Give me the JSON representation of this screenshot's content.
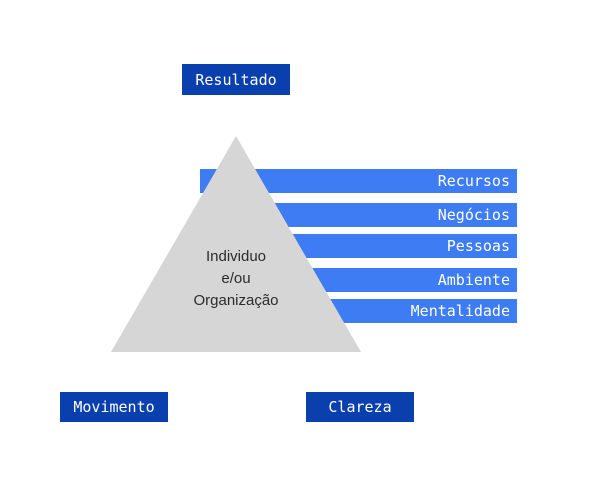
{
  "diagram": {
    "top_label": "Resultado",
    "bottom_left_label": "Movimento",
    "bottom_right_label": "Clareza",
    "center_lines": [
      "Individuo",
      "e/ou",
      "Organização"
    ],
    "bars": [
      {
        "label": "Recursos"
      },
      {
        "label": "Negócios"
      },
      {
        "label": "Pessoas"
      },
      {
        "label": "Ambiente"
      },
      {
        "label": "Mentalidade"
      }
    ],
    "colors": {
      "dark_box": "#0a3fae",
      "bar": "#3d7cf2",
      "triangle": "#d6d6d6",
      "text_dark": "#2b2b2b"
    }
  }
}
